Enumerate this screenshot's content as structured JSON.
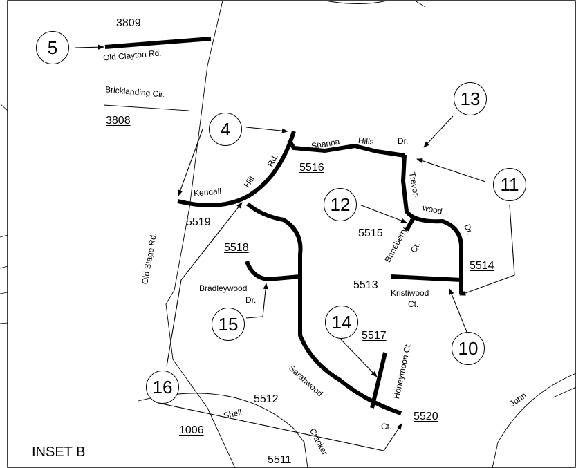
{
  "map_title": "INSET B",
  "callouts": [
    "5",
    "4",
    "13",
    "11",
    "12",
    "15",
    "14",
    "10",
    "16"
  ],
  "road_names": {
    "old_clayton": "Old Clayton Rd.",
    "bricklanding": "Bricklanding Cir.",
    "kendall": "Kendall",
    "hill": "Hill",
    "rd": "Rd.",
    "shanna": "Shanna",
    "hills": "Hills",
    "dr_shanna": "Dr.",
    "trevor": "Trevor-",
    "wood": "wood",
    "dr_trevor": "Dr.",
    "baneberry": "Baneberry",
    "baneberry_ct": "Ct.",
    "kristiwood": "Kristiwood",
    "kristiwood_ct": "Ct.",
    "old_stage": "Old Stage Rd.",
    "bradleywood": "Bradleywood",
    "bradleywood_dr": "Dr.",
    "honeymoon": "Honeymoon Ct.",
    "sarahwood": "Sarahwood",
    "sarahwood_ct": "Ct.",
    "shell": "Shell",
    "cracker": "Cracker",
    "john": "John"
  },
  "segment_numbers": {
    "n3809": "3809",
    "n3808": "3808",
    "n5516": "5516",
    "n5519": "5519",
    "n5515": "5515",
    "n5518": "5518",
    "n5514": "5514",
    "n5513": "5513",
    "n5517": "5517",
    "n5512": "5512",
    "n5520": "5520",
    "n1006": "1006",
    "n5511": "5511"
  },
  "colors": {
    "ink": "#000000",
    "paper": "#ffffff"
  }
}
